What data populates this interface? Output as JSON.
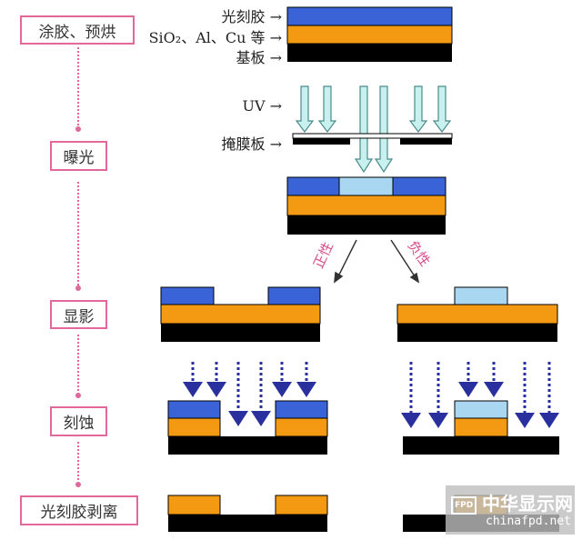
{
  "steps": [
    "涂胶、预烘",
    "曝光",
    "显影",
    "刻蚀",
    "光刻胶剥离"
  ],
  "layer_labels": {
    "photoresist": "光刻胶 →",
    "material": "SiO₂、Al、Cu 等 →",
    "substrate": "基板 →",
    "uv": "UV →",
    "mask": "掩膜板 →"
  },
  "branches": {
    "positive": "正性",
    "negative": "负性"
  },
  "watermark": {
    "badge": "FPD",
    "cn": "中华显示网",
    "url": "chinafpd.net"
  },
  "colors": {
    "resist": "#3a63d8",
    "exposed": "#a9d6f0",
    "material": "#f39a12",
    "substrate": "#000000",
    "accent": "#e2679a",
    "etch": "#2a2f9e"
  }
}
